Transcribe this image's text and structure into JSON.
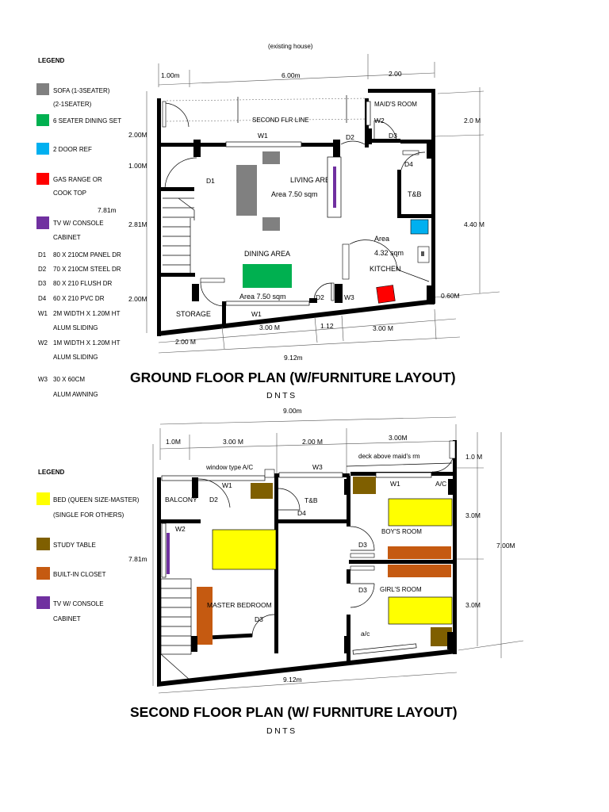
{
  "ground": {
    "title": "GROUND FLOOR PLAN (W/FURNITURE LAYOUT)",
    "scale_note": "DNTS",
    "top_note": "(existing house)",
    "legend_title": "LEGEND",
    "legend": {
      "sofa_1": "SOFA (1-3SEATER)",
      "sofa_2": "(2-1SEATER)",
      "dining": "6 SEATER DINING SET",
      "ref": "2 DOOR REF",
      "gas_1": "GAS RANGE OR",
      "gas_2": "COOK TOP",
      "tv_1": "TV W/ CONSOLE",
      "tv_2": "CABINET",
      "d1_code": "D1",
      "d1_desc": "80 X 210CM PANEL DR",
      "d2_code": "D2",
      "d2_desc": "70 X 210CM STEEL DR",
      "d3_code": "D3",
      "d3_desc": "80 X 210 FLUSH DR",
      "d4_code": "D4",
      "d4_desc": "60 X 210 PVC DR",
      "w1_code": "W1",
      "w1_desc_1": "2M WIDTH X 1.20M HT",
      "w1_desc_2": "ALUM SLIDING",
      "w2_code": "W2",
      "w2_desc_1": "1M WIDTH X 1.20M HT",
      "w2_desc_2": "ALUM SLIDING",
      "w3_code": "W3",
      "w3_desc_1": "30 X 60CM",
      "w3_desc_2": "ALUM AWNING"
    },
    "dims": {
      "top_1": "1.00m",
      "top_2": "6.00m",
      "top_3": "2.00",
      "left_1": "2.00M",
      "left_2": "1.00M",
      "left_3": "2.81M",
      "left_4": "2.00M",
      "left_total": "7.81m",
      "right_1": "2.0 M",
      "right_2": "4.40 M",
      "right_3": "0.60M",
      "bot_1": "2.00 M",
      "bot_2": "3.00 M",
      "bot_3": "1.12",
      "bot_4": "3.00 M",
      "bot_total": "9.12m"
    },
    "labels": {
      "maids_room": "MAID'S ROOM",
      "second_flr_line": "SECOND FLR LINE",
      "w1_top": "W1",
      "w2": "W2",
      "d2_top": "D2",
      "d3": "D3",
      "d4": "D4",
      "d1": "D1",
      "tb": "T&B",
      "living": "LIVING AREA",
      "living_area": "Area 7.50 sqm",
      "kitchen_area_1": "Area",
      "kitchen_area_2": "4.32 sqm",
      "kitchen": "KITCHEN",
      "dining": "DINING AREA",
      "dining_area": "Area 7.50 sqm",
      "d2_bot": "D2",
      "w3": "W3",
      "storage": "STORAGE",
      "w1_bot": "W1"
    }
  },
  "second": {
    "title": "SECOND FLOOR PLAN (W/ FURNITURE LAYOUT)",
    "scale_note": "DNTS",
    "legend_title": "LEGEND",
    "legend": {
      "bed_1": "BED (QUEEN SIZE-MASTER)",
      "bed_2": "(SINGLE FOR OTHERS)",
      "study": "STUDY TABLE",
      "closet": "BUILT-IN CLOSET",
      "tv_1": "TV W/ CONSOLE",
      "tv_2": "CABINET"
    },
    "dims": {
      "top_total": "9.00m",
      "top_1": "1.0M",
      "top_2": "3.00 M",
      "top_3": "2.00 M",
      "top_4": "3.00M",
      "right_1": "1.0 M",
      "right_2": "3.0M",
      "right_3": "3.0M",
      "right_total": "7.00M",
      "left_total": "7.81m",
      "bot_total": "9.12m"
    },
    "labels": {
      "window_ac": "window type A/C",
      "w3": "W3",
      "deck": "deck above maid's rm",
      "w1_left": "W1",
      "w1_right": "W1",
      "ac_top": "A/C",
      "balcony": "BALCONY",
      "d2": "D2",
      "tb": "T&B",
      "d4": "D4",
      "w2": "W2",
      "boys_room": "BOY'S ROOM",
      "d3_a": "D3",
      "girls_room": "GIRL'S ROOM",
      "d3_b": "D3",
      "master": "MASTER BEDROOM",
      "d3_c": "D3",
      "ac_bot": "a/c"
    }
  },
  "colors": {
    "sofa": "#808080",
    "dining": "#00b050",
    "ref": "#00b0f0",
    "gas": "#ff0000",
    "tv": "#7030a0",
    "bed": "#ffff00",
    "study": "#7f5f00",
    "closet": "#c55a11"
  }
}
